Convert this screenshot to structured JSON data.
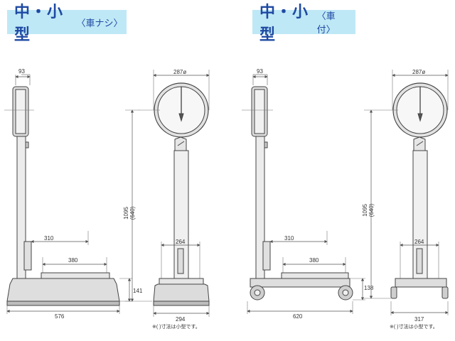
{
  "titles": {
    "left": {
      "main": "中・小型",
      "sub": "〈車ナシ〉"
    },
    "right": {
      "main": "中・小型",
      "sub": "〈車付〉"
    }
  },
  "dims": {
    "left_side": {
      "head_width": "93",
      "platform_depth_top": "310",
      "platform_depth": "380",
      "base_height": "141",
      "base_length": "576"
    },
    "left_front": {
      "dial": "287ø",
      "height": "1095",
      "height_small": "(640)",
      "column_width": "264",
      "base_width": "294"
    },
    "right_side": {
      "head_width": "93",
      "platform_depth_top": "310",
      "platform_depth": "380",
      "base_height": "138",
      "base_length": "620"
    },
    "right_front": {
      "dial": "287ø",
      "height": "1095",
      "height_small": "(640)",
      "column_width": "264",
      "base_width": "317"
    }
  },
  "notes": {
    "left": "※(  )寸法は小型です。",
    "right": "※(  )寸法は小型です。"
  }
}
